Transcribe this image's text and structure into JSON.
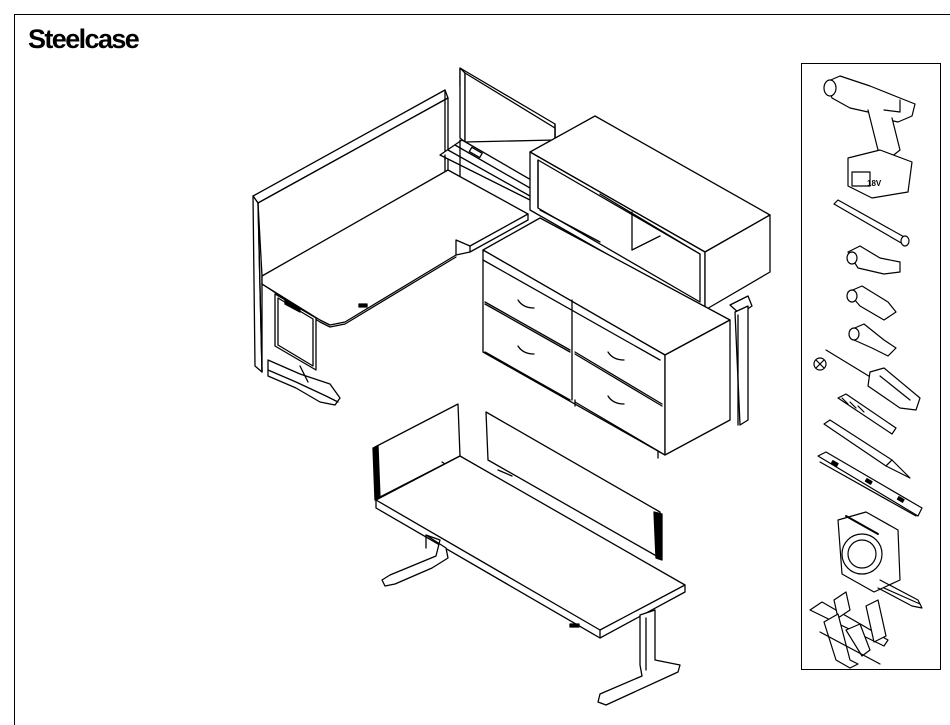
{
  "brand": {
    "name": "Steelcase"
  },
  "tools": {
    "drill": {
      "battery_label": "18V"
    },
    "items": [
      "cordless-drill",
      "bit-extension",
      "phillips-bit",
      "hex-bit-large",
      "hex-bit-small",
      "phillips-screwdriver",
      "drill-bit",
      "pencil",
      "level",
      "tape-measure",
      "bar-clamps"
    ]
  },
  "illustration": {
    "items": [
      "l-shaped-workstation",
      "panel-screens",
      "overhead-storage-hutch",
      "lateral-file-cabinet",
      "height-adjustable-desk",
      "desk-privacy-screens"
    ]
  }
}
